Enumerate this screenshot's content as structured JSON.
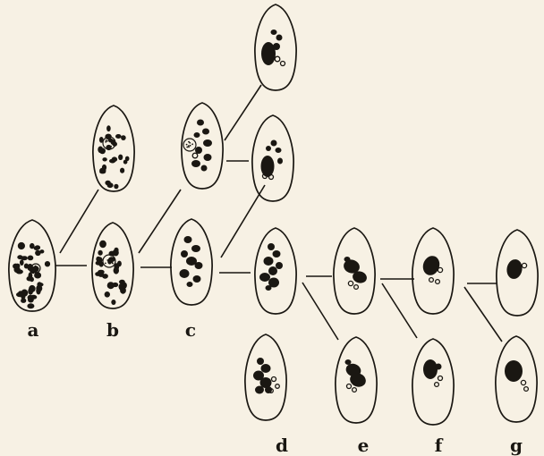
{
  "labels": {
    "a": "a",
    "b": "b",
    "c": "c",
    "d": "d",
    "e": "e",
    "f": "f",
    "g": "g"
  },
  "colors": {
    "background": "#f7f1e4",
    "ink": "#1a1712"
  }
}
